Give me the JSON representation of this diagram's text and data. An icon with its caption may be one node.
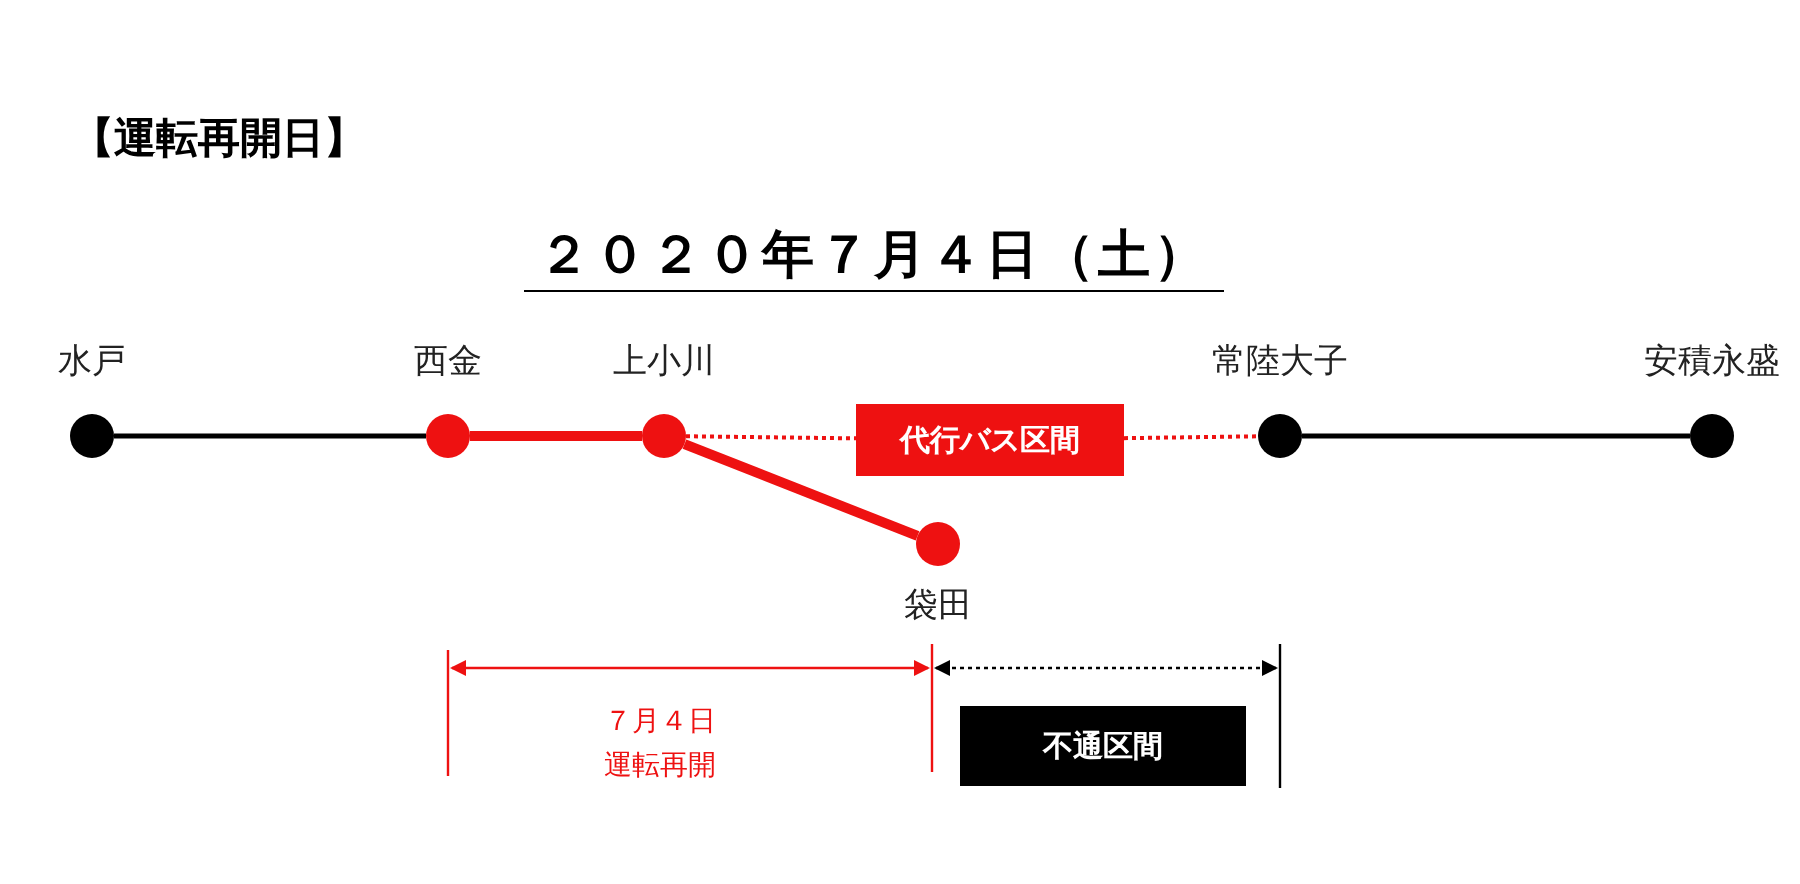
{
  "diagram": {
    "title": "【運転再開日】",
    "nodes": [
      {
        "text": [
          "水戸"
        ]
      },
      {
        "text": [
          "西金"
        ]
      },
      {
        "text": [
          "上小川"
        ]
      },
      {
        "text": [
          "代行バス区間"
        ]
      },
      {
        "text": [
          "常陸大子"
        ]
      },
      {
        "text": [
          "安積永盛"
        ]
      },
      {
        "text": [
          "袋田"
        ]
      },
      {
        "text": [
          "不通区間"
        ]
      }
    ],
    "edges": [
      {
        "from": 0,
        "to": 1,
        "arrow": "none",
        "color": "#000000"
      },
      {
        "from": 1,
        "to": 2,
        "arrow": "none",
        "style": "thick",
        "color": "#ee1111"
      },
      {
        "from": 2,
        "to": 6,
        "arrow": "none",
        "style": "thick",
        "color": "#ee1111"
      },
      {
        "from": 2,
        "to": 3,
        "arrow": "none",
        "style": "dashed",
        "color": "#ee1111"
      },
      {
        "from": 3,
        "to": 4,
        "arrow": "none",
        "style": "dashed",
        "color": "#ee1111"
      },
      {
        "from": 4,
        "to": 5,
        "arrow": "none",
        "color": "#000000"
      }
    ],
    "labels": [
      "２０２０年７月４日（土）",
      "７月４日運転再開"
    ]
  }
}
